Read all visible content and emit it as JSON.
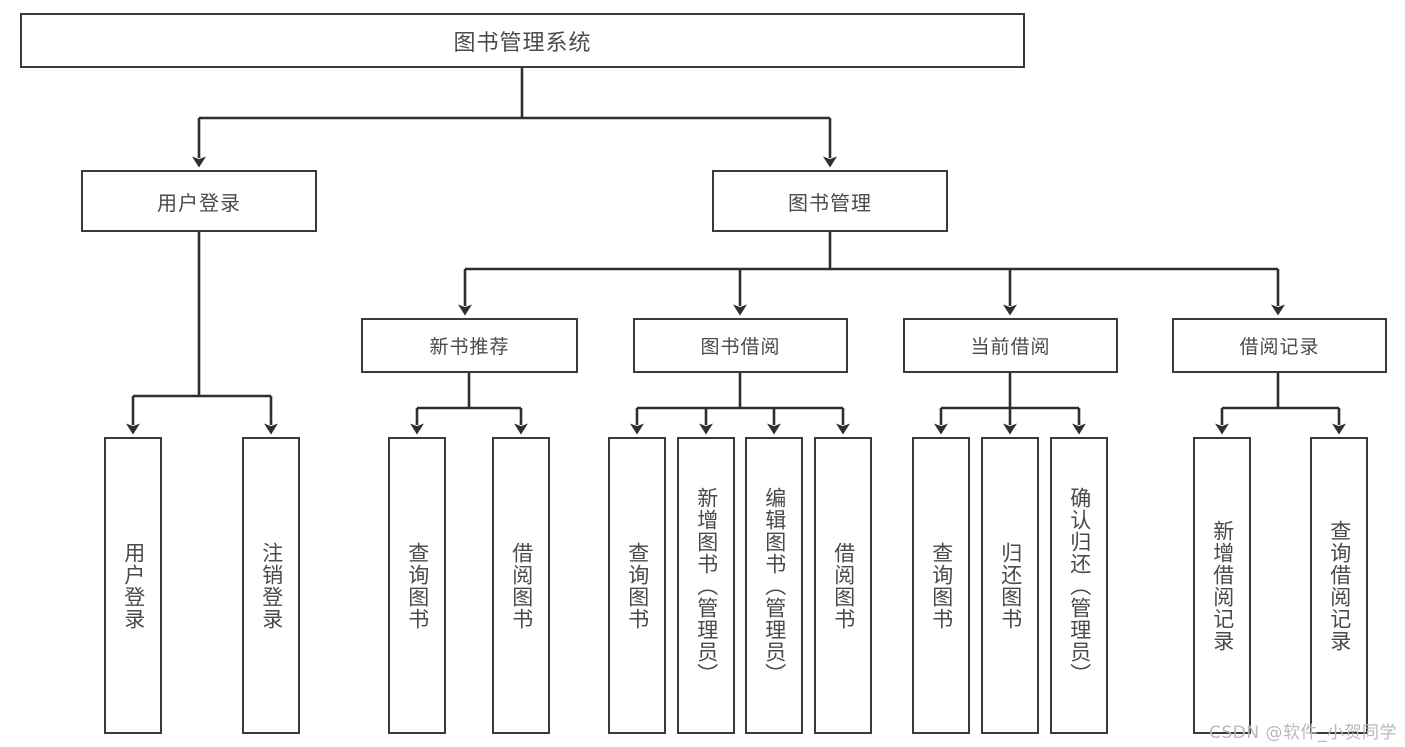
{
  "diagram": {
    "title": "图书管理系统",
    "type": "hierarchy-tree",
    "stroke_color": "#3a3a3a",
    "text_color": "#4a4a4a",
    "background_color": "#ffffff"
  },
  "root": {
    "label": "图书管理系统"
  },
  "level2": [
    {
      "id": "user-login",
      "label": "用户登录"
    },
    {
      "id": "book-management",
      "label": "图书管理"
    }
  ],
  "level3": [
    {
      "id": "new-book-recommend",
      "label": "新书推荐"
    },
    {
      "id": "book-borrow",
      "label": "图书借阅"
    },
    {
      "id": "current-borrow",
      "label": "当前借阅"
    },
    {
      "id": "borrow-record",
      "label": "借阅记录"
    }
  ],
  "leaves": {
    "user_login": [
      {
        "id": "leaf-user-login",
        "label": "用户登录"
      },
      {
        "id": "leaf-logout-login",
        "label": "注销登录"
      }
    ],
    "new_book_recommend": [
      {
        "id": "leaf-query-book-1",
        "label": "查询图书"
      },
      {
        "id": "leaf-borrow-book-1",
        "label": "借阅图书"
      }
    ],
    "book_borrow": [
      {
        "id": "leaf-query-book-2",
        "label": "查询图书"
      },
      {
        "id": "leaf-add-book",
        "label": "新增图书（管理员）"
      },
      {
        "id": "leaf-edit-book",
        "label": "编辑图书（管理员）"
      },
      {
        "id": "leaf-borrow-book-2",
        "label": "借阅图书"
      }
    ],
    "current_borrow": [
      {
        "id": "leaf-query-book-3",
        "label": "查询图书"
      },
      {
        "id": "leaf-return-book",
        "label": "归还图书"
      },
      {
        "id": "leaf-confirm-return",
        "label": "确认归还（管理员）"
      }
    ],
    "borrow_record": [
      {
        "id": "leaf-add-borrow-record",
        "label": "新增借阅记录"
      },
      {
        "id": "leaf-query-borrow-record",
        "label": "查询借阅记录"
      }
    ]
  },
  "watermark": {
    "text": "CSDN @软件_小贺同学"
  }
}
